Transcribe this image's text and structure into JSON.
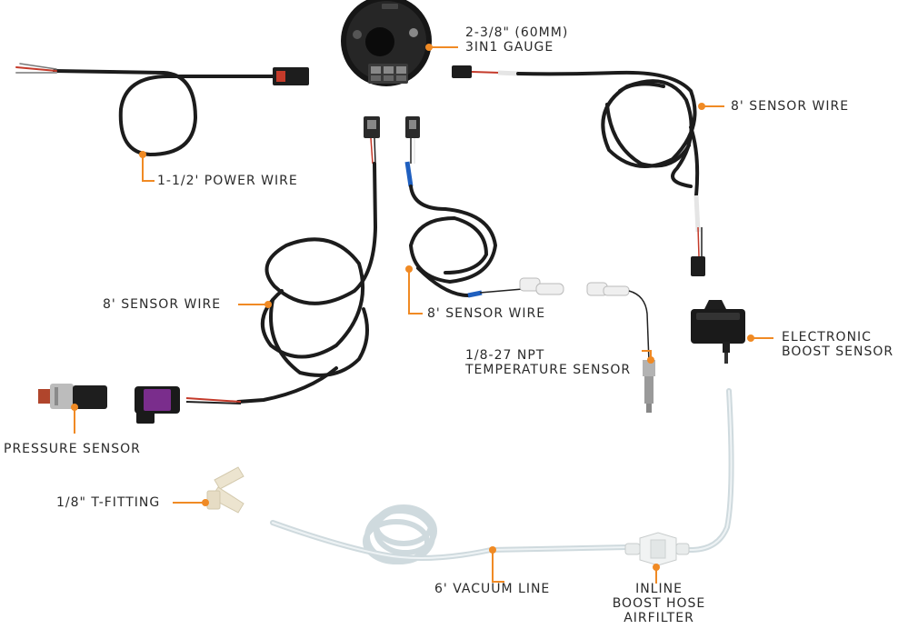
{
  "labels": {
    "gauge": [
      "2-3/8\" (60MM)",
      "3IN1 GAUGE"
    ],
    "power_wire": "1-1/2' POWER WIRE",
    "sensor_wire_top": "8' SENSOR WIRE",
    "sensor_wire_left": "8' SENSOR WIRE",
    "sensor_wire_mid": "8' SENSOR WIRE",
    "temp_sensor": [
      "1/8-27 NPT",
      "TEMPERATURE SENSOR"
    ],
    "boost_sensor": [
      "ELECTRONIC",
      "BOOST SENSOR"
    ],
    "pressure_sensor": "PRESSURE SENSOR",
    "t_fitting": "1/8\" T-FITTING",
    "vacuum_line": "6' VACUUM LINE",
    "airfilter": [
      "INLINE",
      "BOOST HOSE",
      "AIRFILTER"
    ]
  },
  "colors": {
    "callout": "#f08a24",
    "wire": "#1c1c1c",
    "text": "#2a2a2a",
    "hose": "#d8e2e6"
  }
}
